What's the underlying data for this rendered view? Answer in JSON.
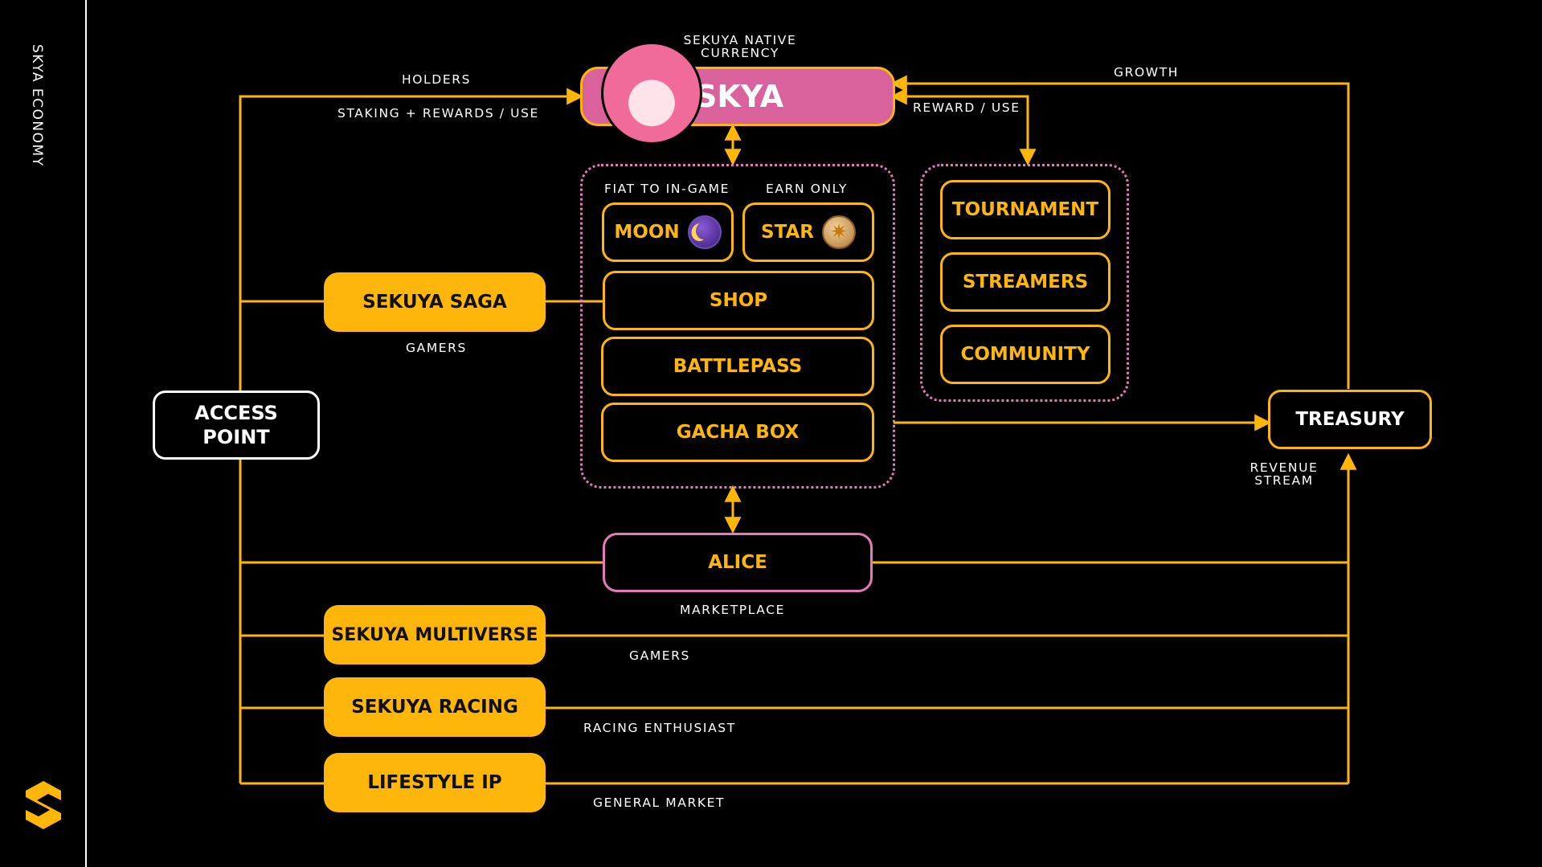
{
  "sidebar": {
    "title": "SKYA ECONOMY",
    "logo": "sekuya-s-logo"
  },
  "colors": {
    "accent": "#ffb60a",
    "pink": "#d9629c",
    "pink_border": "#e27bb8",
    "background": "#000000"
  },
  "nodes": {
    "skya": "SKYA",
    "access_point": "ACCESS POINT",
    "sekuya_saga": "SEKUYA SAGA",
    "moon": "MOON",
    "star": "STAR",
    "shop": "SHOP",
    "battlepass": "BATTLEPASS",
    "gacha_box": "GACHA BOX",
    "tournament": "TOURNAMENT",
    "streamers": "STREAMERS",
    "community": "COMMUNITY",
    "treasury": "TREASURY",
    "alice": "ALICE",
    "sekuya_multiverse": "SEKUYA MULTIVERSE",
    "sekuya_racing": "SEKUYA RACING",
    "lifestyle_ip": "LIFESTYLE IP"
  },
  "labels": {
    "native_currency": "SEKUYA NATIVE CURRENCY",
    "holders": "HOLDERS",
    "staking": "STAKING + REWARDS / USE",
    "growth": "GROWTH",
    "reward_use": "REWARD / USE",
    "fiat_to_ingame": "FIAT TO IN-GAME",
    "earn_only": "EARN ONLY",
    "saga_gamers": "GAMERS",
    "revenue_stream": "REVENUE STREAM",
    "marketplace": "MARKETPLACE",
    "multiverse_gamers": "GAMERS",
    "racing_enthusiast": "RACING ENTHUSIAST",
    "general_market": "GENERAL MARKET"
  },
  "icons": {
    "moon": "moon-coin-icon",
    "star": "star-coin-icon",
    "skya": "anime-avatar-icon"
  }
}
